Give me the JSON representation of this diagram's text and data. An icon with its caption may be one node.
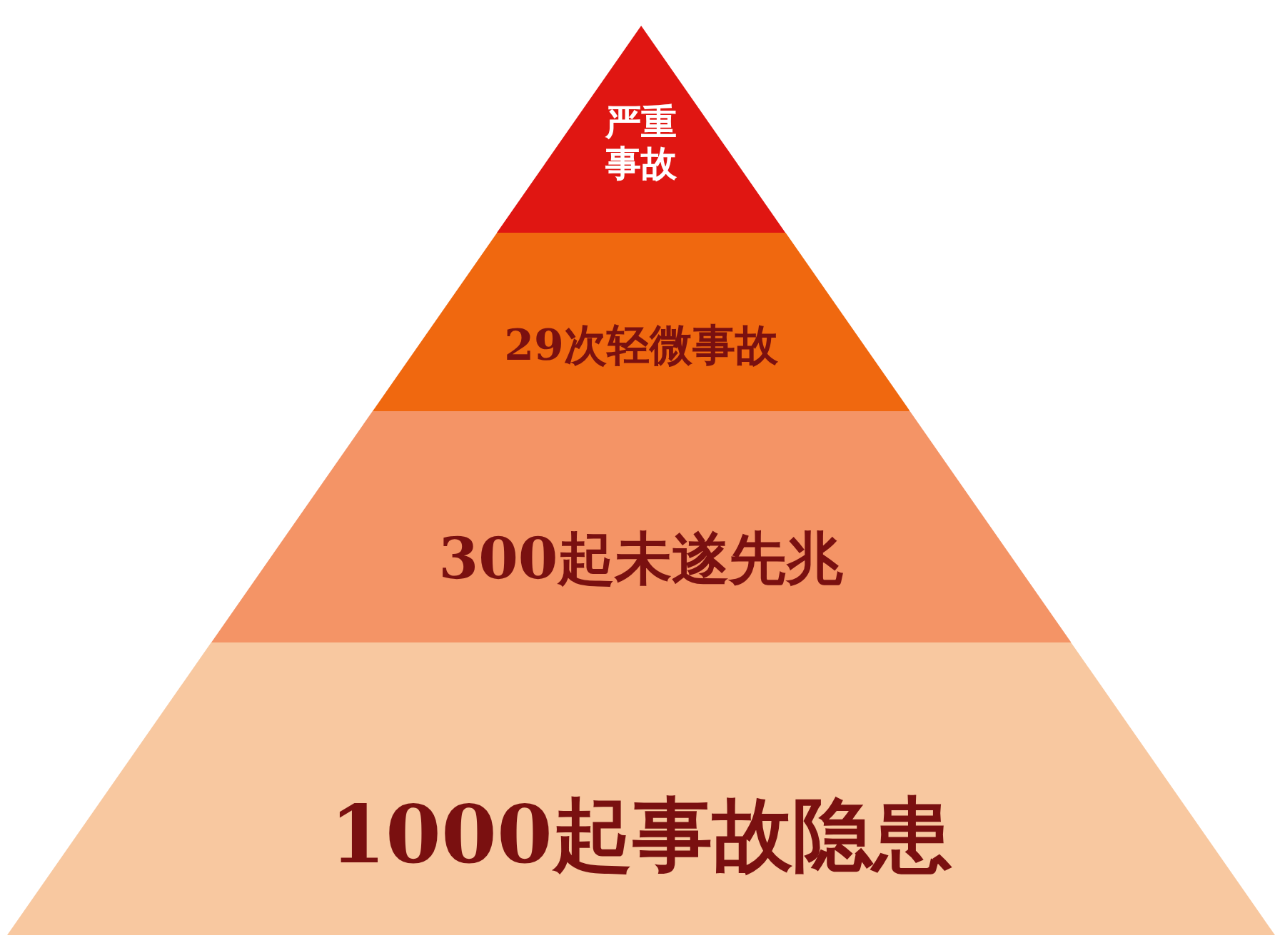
{
  "diagram": {
    "nodes": [
      {
        "text": [
          "严重事故"
        ]
      },
      {
        "text": [
          "29次轻微事故"
        ]
      },
      {
        "text": [
          "300起未遂先兆"
        ]
      },
      {
        "text": [
          "1000起事故隐患"
        ]
      }
    ]
  }
}
